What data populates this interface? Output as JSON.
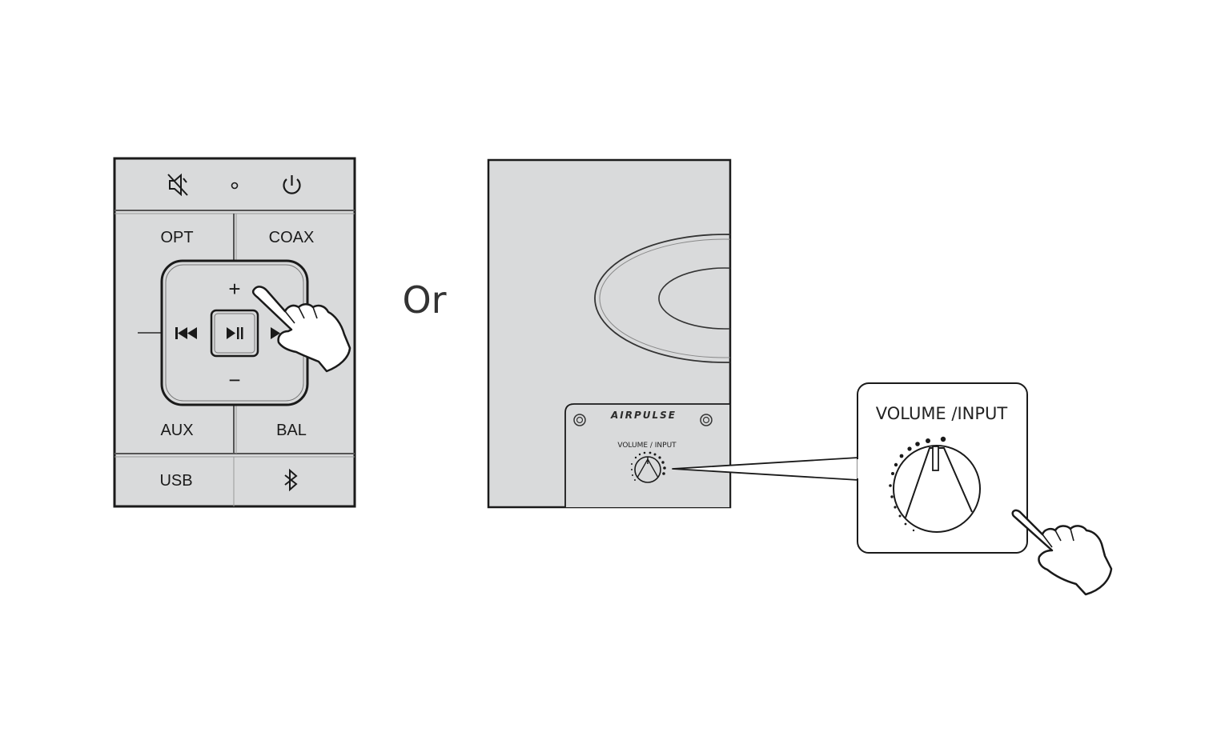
{
  "remote": {
    "buttons": {
      "opt": "OPT",
      "coax": "COAX",
      "aux": "AUX",
      "bal": "BAL",
      "usb": "USB",
      "vol_up": "+",
      "vol_down": "−"
    },
    "icons": [
      "mute-icon",
      "status-led-icon",
      "power-icon",
      "previous-track-icon",
      "play-pause-icon",
      "next-track-icon",
      "bluetooth-icon",
      "pointing-hand-icon"
    ]
  },
  "separator_text": "Or",
  "speaker": {
    "brand": "AIRPULSE",
    "knob_label": "VOLUME / INPUT"
  },
  "callout": {
    "title": "VOLUME /INPUT"
  },
  "colors": {
    "panel_fill": "#d9dadb",
    "outline": "#1a1a1a",
    "background": "#ffffff"
  }
}
